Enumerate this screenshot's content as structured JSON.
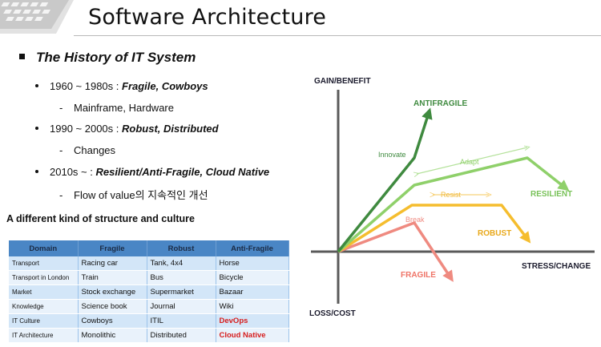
{
  "slide_title": "Software Architecture",
  "section_heading": "The History of IT System",
  "bullets": [
    {
      "prefix": "1960 ~ 1980s : ",
      "emph": "Fragile, Cowboys",
      "sub": "Mainframe, Hardware"
    },
    {
      "prefix": "1990 ~ 2000s : ",
      "emph": "Robust, Distributed",
      "sub": "Changes"
    },
    {
      "prefix": "2010s ~ : ",
      "emph": "Resilient/Anti-Fragile, Cloud Native",
      "sub": "Flow of value의 지속적인 개선"
    }
  ],
  "table_caption": "A different kind of structure and culture",
  "table": {
    "headers": [
      "Domain",
      "Fragile",
      "Robust",
      "Anti-Fragile"
    ],
    "rows": [
      [
        "Transport",
        "Racing car",
        "Tank, 4x4",
        "Horse"
      ],
      [
        "Transport in London",
        "Train",
        "Bus",
        "Bicycle"
      ],
      [
        "Market",
        "Stock exchange",
        "Supermarket",
        "Bazaar"
      ],
      [
        "Knowledge",
        "Science book",
        "Journal",
        "Wiki"
      ],
      [
        "IT Culture",
        "Cowboys",
        "ITIL",
        "DevOps"
      ],
      [
        "IT Architecture",
        "Monolithic",
        "Distributed",
        "Cloud Native"
      ]
    ],
    "highlight_color": "#d61c1c"
  },
  "diagram": {
    "y_axis_top_label": "GAIN/BENEFIT",
    "y_axis_bottom_label": "LOSS/COST",
    "x_axis_label": "STRESS/CHANGE",
    "curves": [
      {
        "name": "ANTIFRAGILE",
        "color": "#3f8a3f",
        "annotation": "Innovate"
      },
      {
        "name": "RESILIENT",
        "color": "#8fd06a",
        "annotation": "Adapt"
      },
      {
        "name": "ROBUST",
        "color": "#f5bd2e",
        "annotation": "Resist"
      },
      {
        "name": "FRAGILE",
        "color": "#ef8a80",
        "annotation": "Break"
      }
    ],
    "label_colors": {
      "antifragile": "#3f8a3f",
      "resilient": "#79c25a",
      "robust": "#e8a81a",
      "fragile": "#ef7467"
    }
  }
}
